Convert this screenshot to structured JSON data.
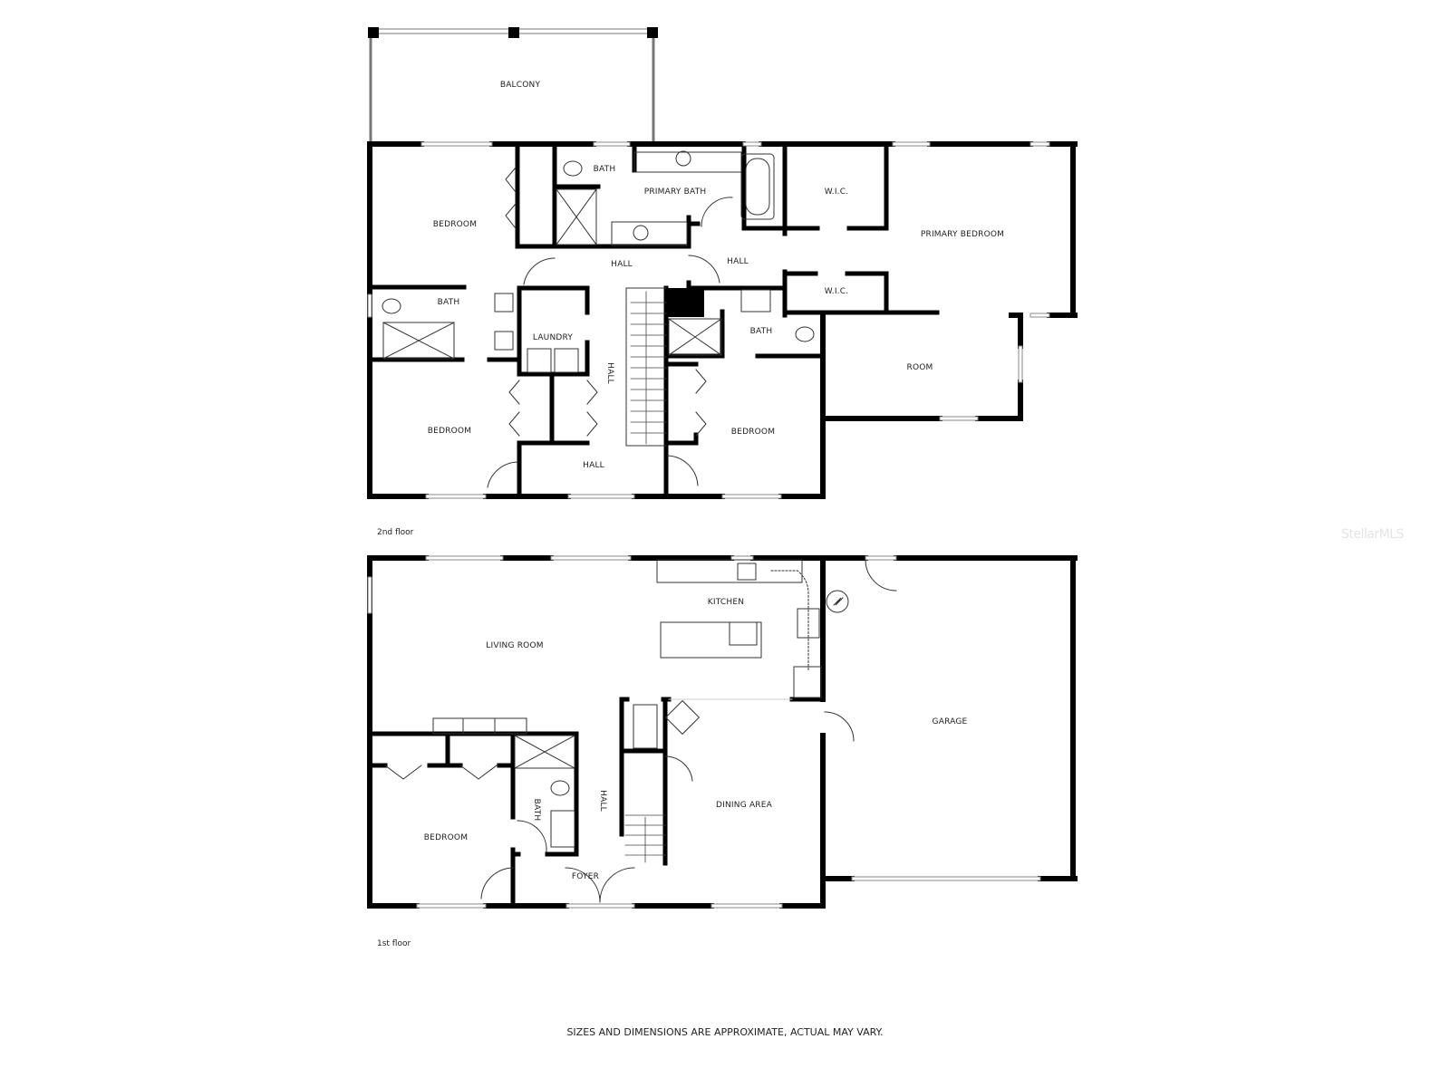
{
  "floors": [
    {
      "caption": "2nd floor",
      "rooms": [
        {
          "label": "BALCONY"
        },
        {
          "label": "BEDROOM"
        },
        {
          "label": "BATH"
        },
        {
          "label": "PRIMARY BATH"
        },
        {
          "label": "W.I.C."
        },
        {
          "label": "PRIMARY BEDROOM"
        },
        {
          "label": "HALL"
        },
        {
          "label": "HALL"
        },
        {
          "label": "BATH"
        },
        {
          "label": "LAUNDRY"
        },
        {
          "label": "HALL"
        },
        {
          "label": "W.I.C."
        },
        {
          "label": "BATH"
        },
        {
          "label": "ROOM"
        },
        {
          "label": "BEDROOM"
        },
        {
          "label": "BEDROOM"
        },
        {
          "label": "HALL"
        }
      ]
    },
    {
      "caption": "1st floor",
      "rooms": [
        {
          "label": "KITCHEN"
        },
        {
          "label": "LIVING ROOM"
        },
        {
          "label": "GARAGE"
        },
        {
          "label": "HALL"
        },
        {
          "label": "BATH"
        },
        {
          "label": "DINING AREA"
        },
        {
          "label": "BEDROOM"
        },
        {
          "label": "FOYER"
        }
      ]
    }
  ],
  "watermark": "StellarMLS",
  "disclaimer": "SIZES AND DIMENSIONS ARE APPROXIMATE, ACTUAL MAY VARY.",
  "colors": {
    "wall": "#000000",
    "fixture": "#555555",
    "background": "#ffffff"
  }
}
